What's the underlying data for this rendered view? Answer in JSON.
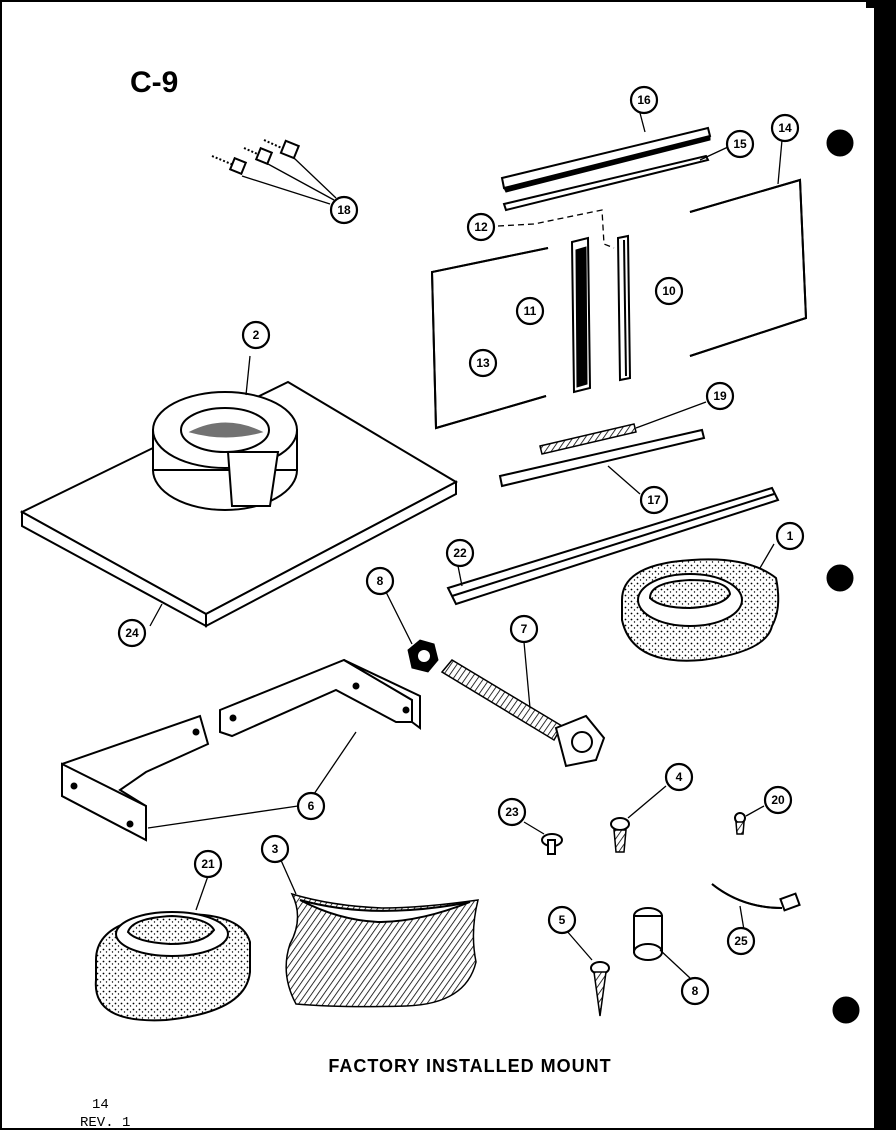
{
  "sheet": {
    "figure_id": "C-9",
    "caption": "FACTORY INSTALLED MOUNT",
    "page_number": "14",
    "revision": "REV. 1"
  },
  "callouts": [
    "1",
    "2",
    "3",
    "4",
    "5",
    "6",
    "7",
    "8",
    "10",
    "11",
    "12",
    "13",
    "14",
    "15",
    "16",
    "17",
    "18",
    "19",
    "20",
    "21",
    "22",
    "23",
    "24",
    "25",
    "8"
  ]
}
